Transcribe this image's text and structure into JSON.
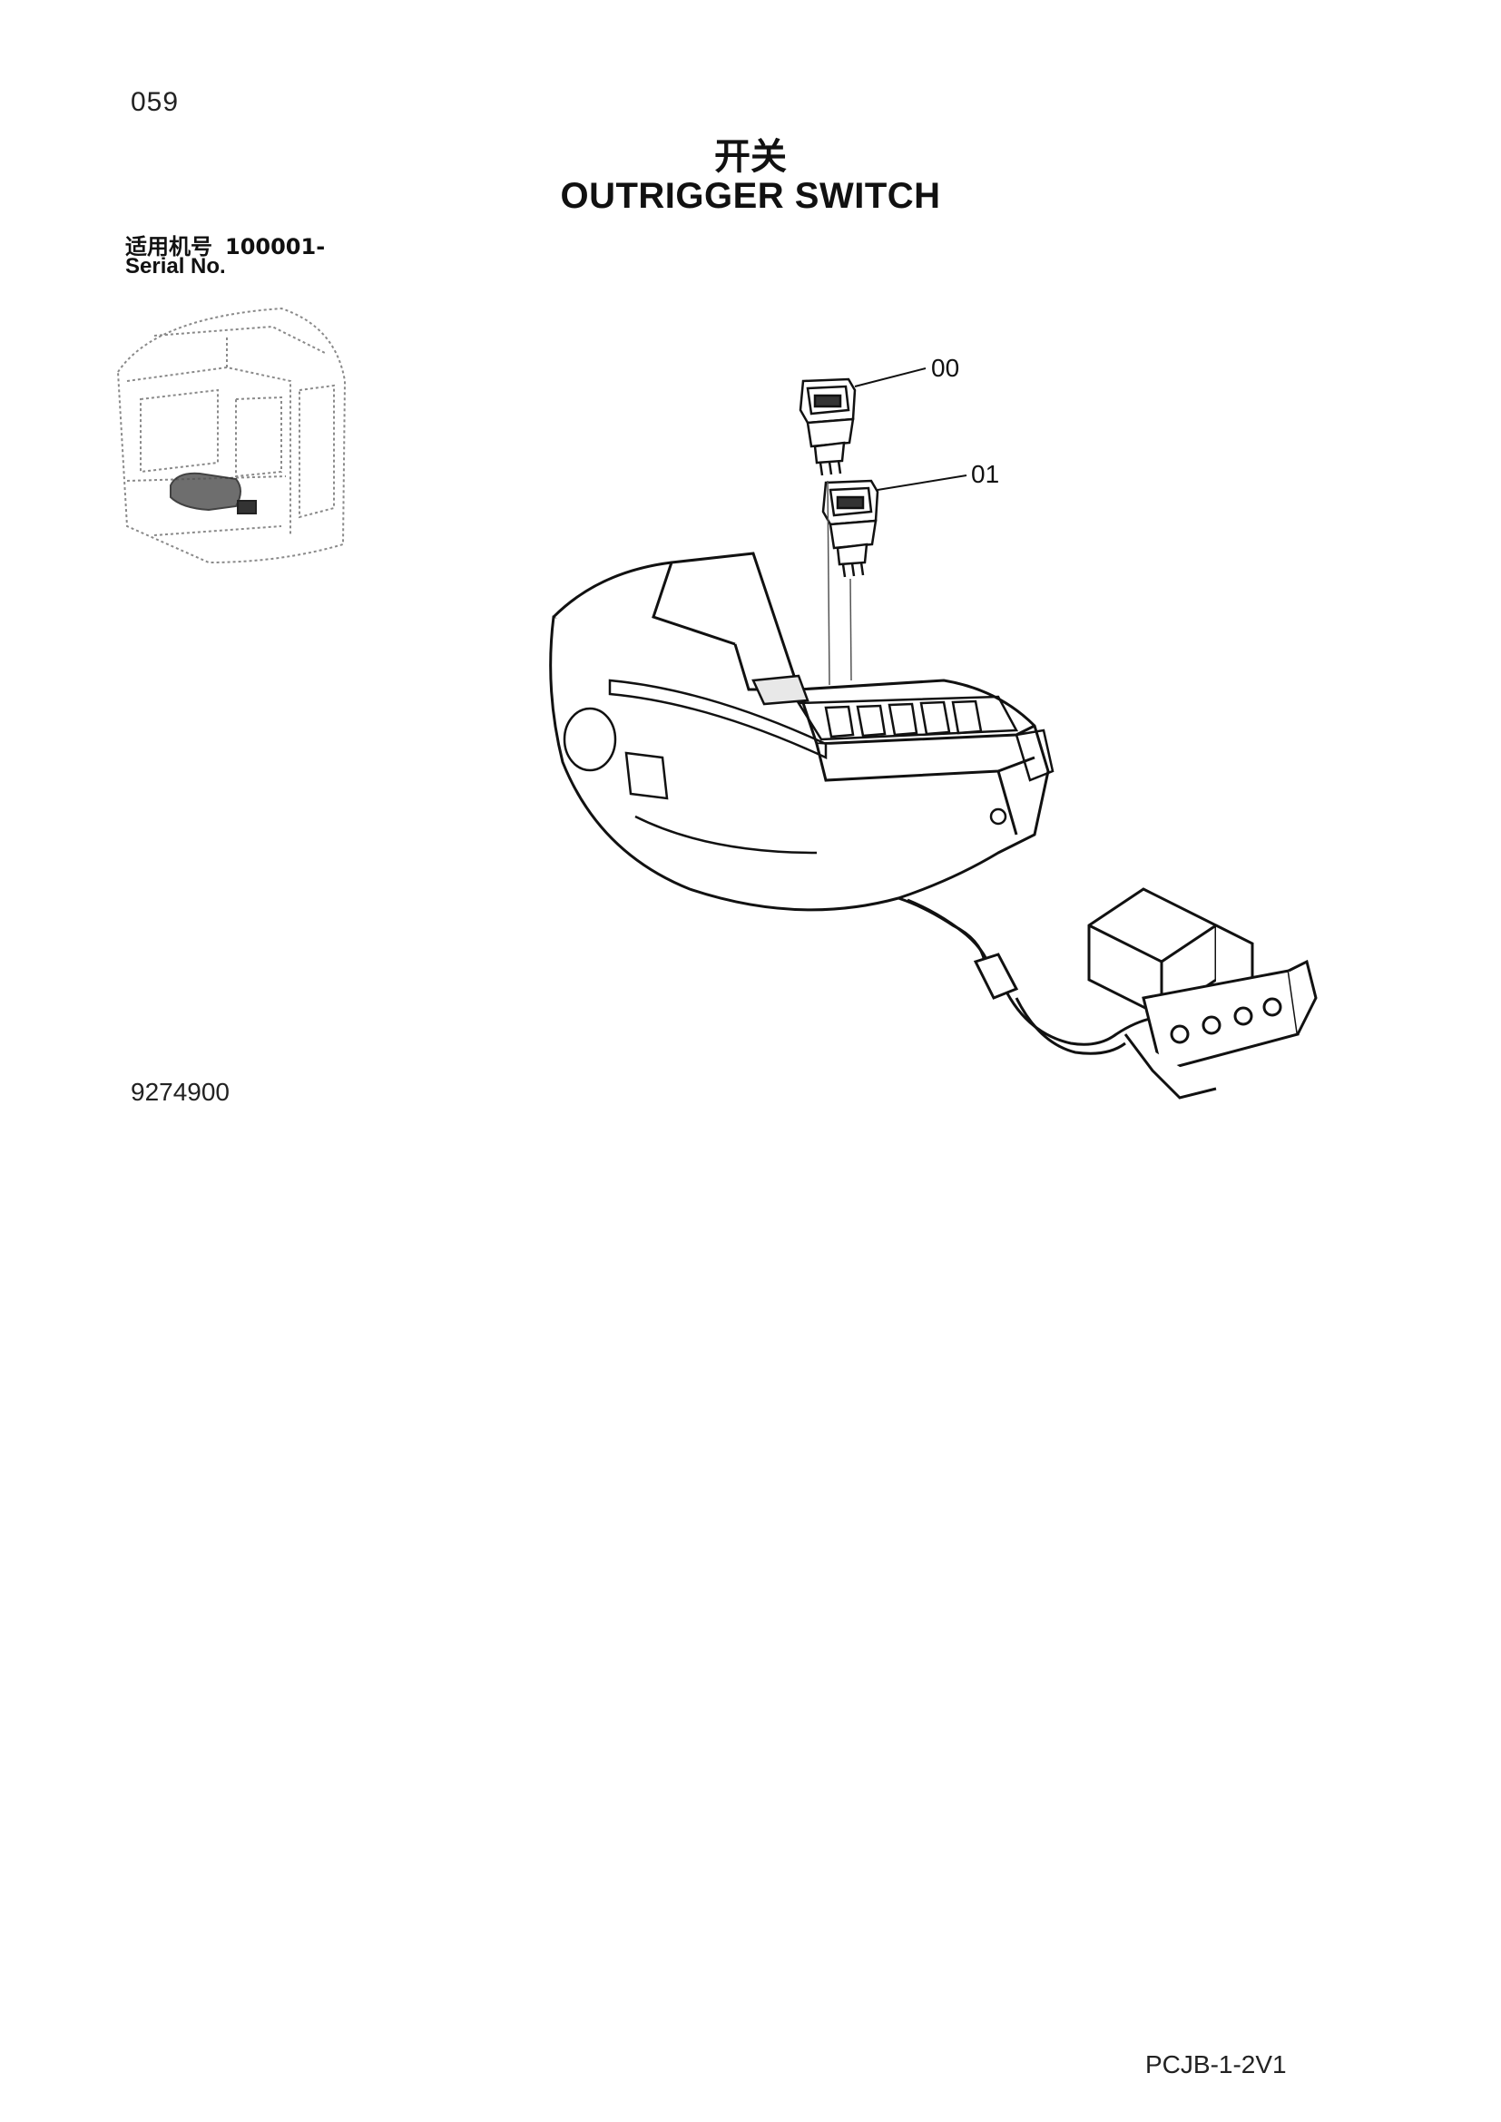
{
  "header": {
    "page_number": "059",
    "title_cn": "开关",
    "title_en": "OUTRIGGER SWITCH"
  },
  "serial": {
    "label_cn": "适用机号",
    "from": "100001-",
    "label_en": "Serial No."
  },
  "diagram": {
    "callouts": [
      "00",
      "01"
    ],
    "figure_number": "9274900"
  },
  "footer": {
    "code": "PCJB-1-2V1"
  }
}
